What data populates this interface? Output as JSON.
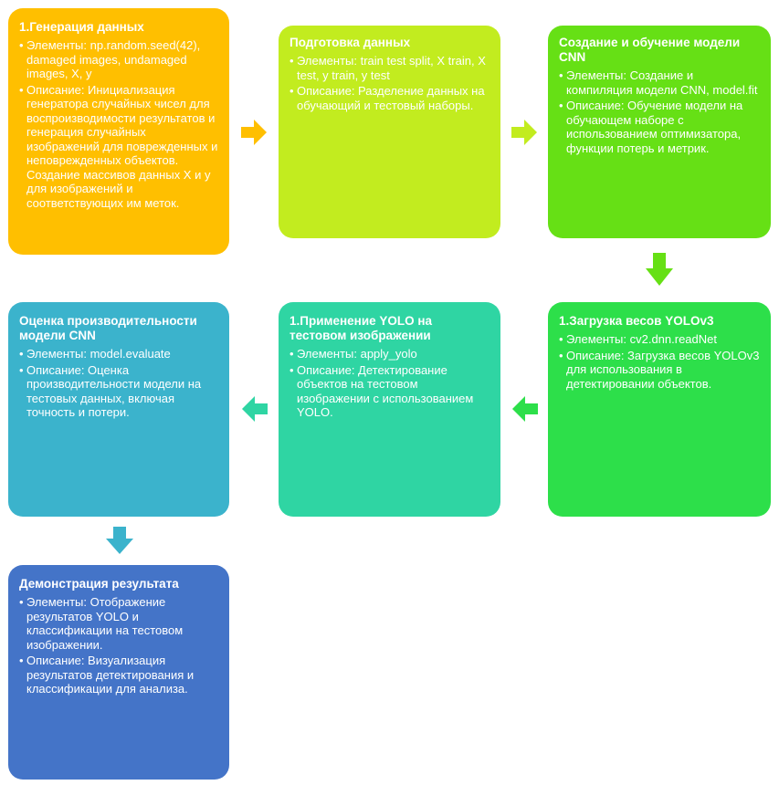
{
  "colors": {
    "box1": "#ffbf00",
    "box2": "#c2ec1f",
    "box3": "#66e015",
    "box4": "#2ddf4a",
    "box5": "#2fd5a3",
    "box6": "#3bb3cc",
    "box7": "#4474c8"
  },
  "steps": [
    {
      "title": "1.Генерация данных",
      "bullets": [
        "Элементы: np.random.seed(42), damaged images, undamaged images, X, y",
        "Описание: Инициализация генератора случайных чисел для воспроизводимости результатов и генерация случайных изображений для поврежденных и неповрежденных объектов. Создание массивов данных X и y для изображений и соответствующих им меток."
      ]
    },
    {
      "title": "Подготовка данных",
      "bullets": [
        "Элементы: train test split, X train, X test, y train, y test",
        "Описание: Разделение данных на обучающий и тестовый наборы."
      ]
    },
    {
      "title": "Создание и обучение модели CNN",
      "bullets": [
        "Элементы: Создание и компиляция модели CNN, model.fit",
        "Описание: Обучение модели на обучающем наборе с использованием оптимизатора, функции потерь и метрик."
      ]
    },
    {
      "title": "1.Загрузка весов YOLOv3",
      "bullets": [
        "Элементы: cv2.dnn.readNet",
        "Описание: Загрузка весов YOLOv3 для использования в детектировании объектов."
      ]
    },
    {
      "title": "1.Применение YOLO на тестовом изображении",
      "bullets": [
        "Элементы: apply_yolo",
        "Описание: Детектирование объектов на тестовом изображении с использованием YOLO."
      ]
    },
    {
      "title": "Оценка производительности модели CNN",
      "bullets": [
        "Элементы: model.evaluate",
        "Описание: Оценка производительности модели на тестовых данных, включая точность и потери."
      ]
    },
    {
      "title": "Демонстрация результата",
      "bullets": [
        "Элементы: Отображение результатов YOLO и классификации на тестовом изображении.",
        "Описание: Визуализация результатов детектирования и классификации для анализа."
      ]
    }
  ]
}
